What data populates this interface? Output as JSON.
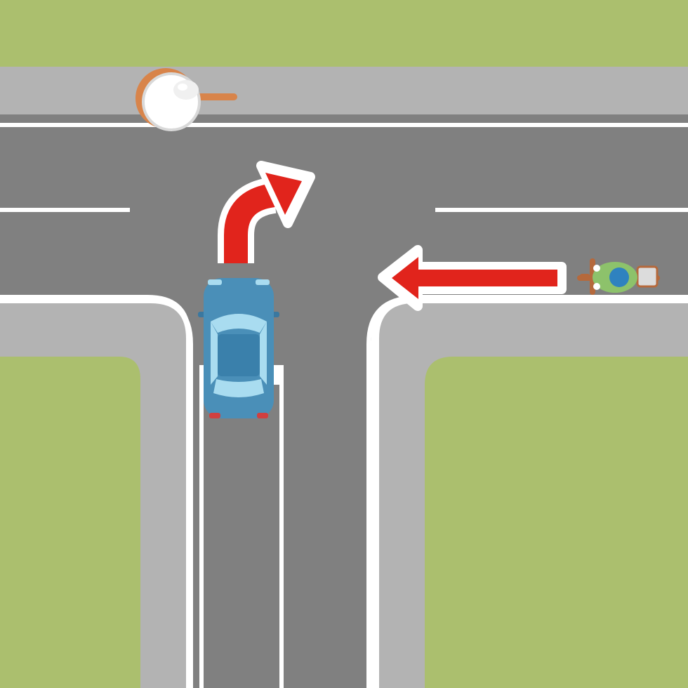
{
  "scene": {
    "type": "road-intersection-illustration",
    "layout": "T-intersection",
    "text_labels": [],
    "colors": {
      "grass": "#abbf6e",
      "footpath": "#b3b3b3",
      "road": "#808080",
      "road_marking": "#ffffff",
      "arrow": "#e1241c",
      "car_body": "#4a8fb8",
      "car_glass": "#a9dcf0",
      "rider_helmet": "#2f82bf",
      "rider_jacket": "#8dc26b",
      "bike_body": "#b5693c",
      "mirror_rim": "#d8844a"
    },
    "objects": [
      {
        "name": "convex-mirror",
        "icon": "convex-traffic-mirror-icon"
      },
      {
        "name": "car",
        "icon": "car-top-view-icon",
        "heading": "north"
      },
      {
        "name": "motorcycle",
        "icon": "motorcyclist-top-view-icon",
        "heading": "west"
      },
      {
        "name": "turn-arrow",
        "icon": "right-turn-arrow-icon"
      },
      {
        "name": "travel-arrow",
        "icon": "left-arrow-icon"
      }
    ]
  }
}
